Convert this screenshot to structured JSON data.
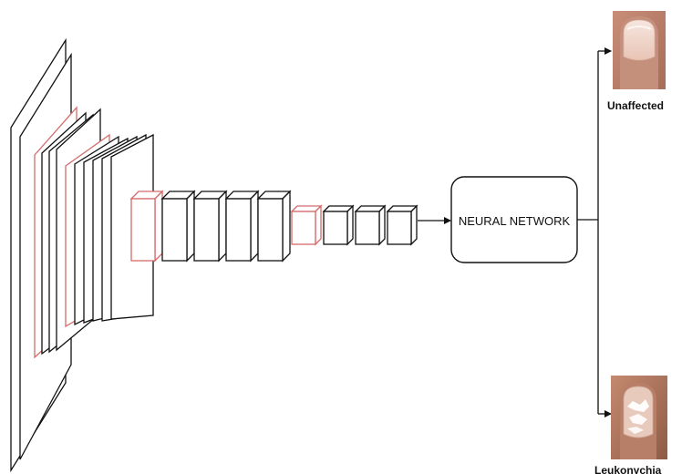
{
  "diagram": {
    "neural_network_label": "NEURAL NETWORK",
    "outputs": [
      {
        "label": "Unaffected"
      },
      {
        "label": "Leukonychia"
      }
    ]
  },
  "colors": {
    "stroke": "#111111",
    "highlight_red": "#d46a6a",
    "nail_skin": "#d9a38c",
    "nail_plate": "#f3dcd3",
    "leuko_patch": "#ffffff"
  },
  "icons": [
    "arrow-head-icon",
    "nail-photo-unaffected",
    "nail-photo-leukonychia"
  ]
}
